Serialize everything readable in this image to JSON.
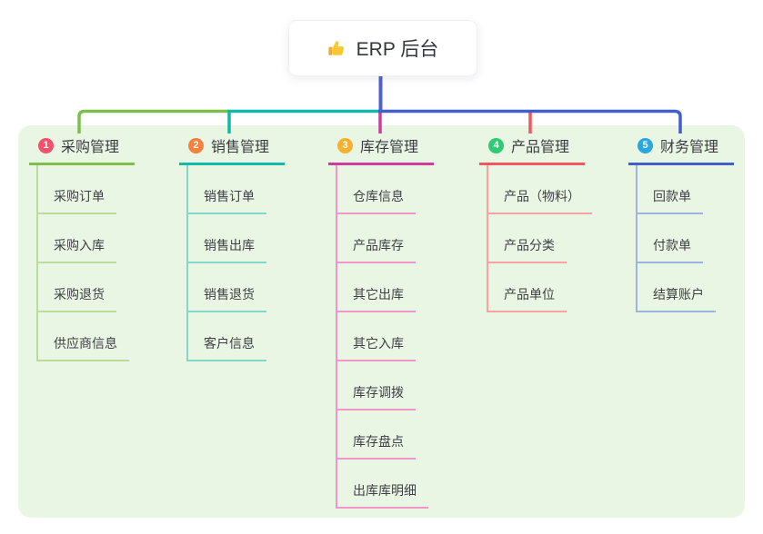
{
  "root": {
    "title": "ERP 后台",
    "icon": "thumbs-up-icon",
    "line_color": "#4f61d2"
  },
  "panel": {
    "bg_color": "#eaf6e4"
  },
  "branches": [
    {
      "badge": "1",
      "label": "采购管理",
      "badge_color": "#f4516c",
      "line_color": "#7cbf4b",
      "child_line_color": "#b9dc9b",
      "children": [
        "采购订单",
        "采购入库",
        "采购退货",
        "供应商信息"
      ]
    },
    {
      "badge": "2",
      "label": "销售管理",
      "badge_color": "#f5813c",
      "line_color": "#14b8ab",
      "child_line_color": "#86d6cd",
      "children": [
        "销售订单",
        "销售出库",
        "销售退货",
        "客户信息"
      ]
    },
    {
      "badge": "3",
      "label": "库存管理",
      "badge_color": "#f8b12e",
      "line_color": "#cd3b9e",
      "child_line_color": "#ef97cb",
      "children": [
        "仓库信息",
        "产品库存",
        "其它出库",
        "其它入库",
        "库存调拨",
        "库存盘点",
        "出库库明细"
      ]
    },
    {
      "badge": "4",
      "label": "产品管理",
      "badge_color": "#2dcb73",
      "line_color": "#f2565f",
      "child_line_color": "#f8a2a4",
      "children": [
        "产品（物料）",
        "产品分类",
        "产品单位"
      ]
    },
    {
      "badge": "5",
      "label": "财务管理",
      "badge_color": "#2ba7df",
      "line_color": "#415fc9",
      "child_line_color": "#9fb3df",
      "children": [
        "回款单",
        "付款单",
        "结算账户"
      ]
    }
  ]
}
